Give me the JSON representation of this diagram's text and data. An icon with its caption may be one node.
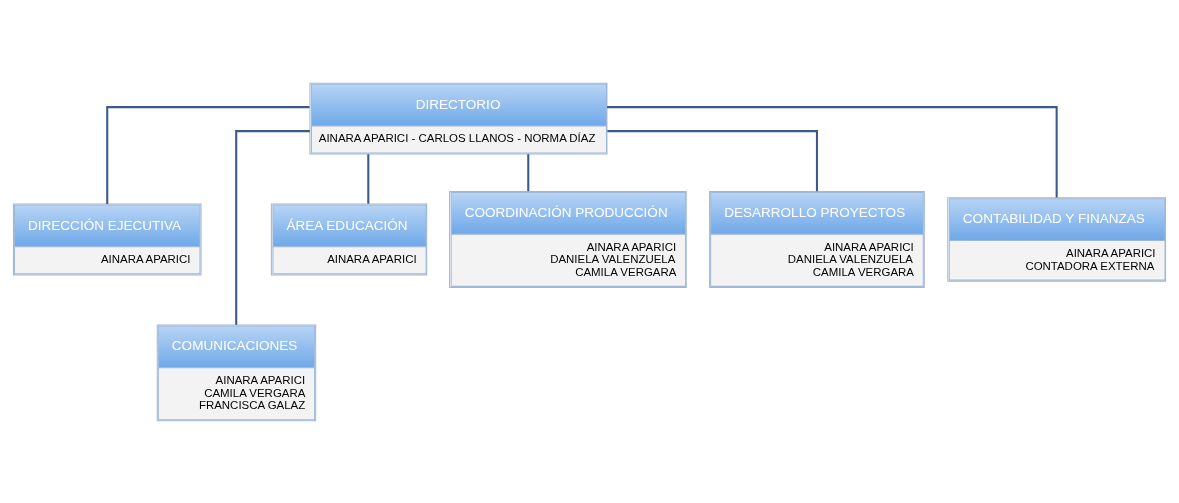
{
  "diagram": {
    "nodes": [
      {
        "text": [
          "DIRECTORIO",
          "AINARA APARICI - CARLOS LLANOS - NORMA DÍAZ"
        ]
      },
      {
        "text": [
          "DIRECCIÓN EJECUTIVA",
          "AINARA APARICI"
        ]
      },
      {
        "text": [
          "COMUNICACIONES",
          "AINARA APARICI",
          "CAMILA VERGARA",
          "FRANCISCA GALAZ"
        ]
      },
      {
        "text": [
          "ÁREA EDUCACIÓN",
          "AINARA APARICI"
        ]
      },
      {
        "text": [
          "COORDINACIÓN PRODUCCIÓN",
          "AINARA APARICI",
          "DANIELA VALENZUELA",
          "CAMILA VERGARA"
        ]
      },
      {
        "text": [
          "DESARROLLO PROYECTOS",
          "AINARA APARICI",
          "DANIELA VALENZUELA",
          "CAMILA VERGARA"
        ]
      },
      {
        "text": [
          "CONTABILIDAD Y FINANZAS",
          "AINARA APARICI",
          "CONTADORA EXTERNA"
        ]
      }
    ],
    "edges": [
      {
        "from": 0,
        "to": 1,
        "arrow": "none"
      },
      {
        "from": 0,
        "to": 2,
        "arrow": "none"
      },
      {
        "from": 0,
        "to": 3,
        "arrow": "none"
      },
      {
        "from": 0,
        "to": 4,
        "arrow": "none"
      },
      {
        "from": 0,
        "to": 5,
        "arrow": "none"
      },
      {
        "from": 0,
        "to": 6,
        "arrow": "none"
      }
    ]
  }
}
